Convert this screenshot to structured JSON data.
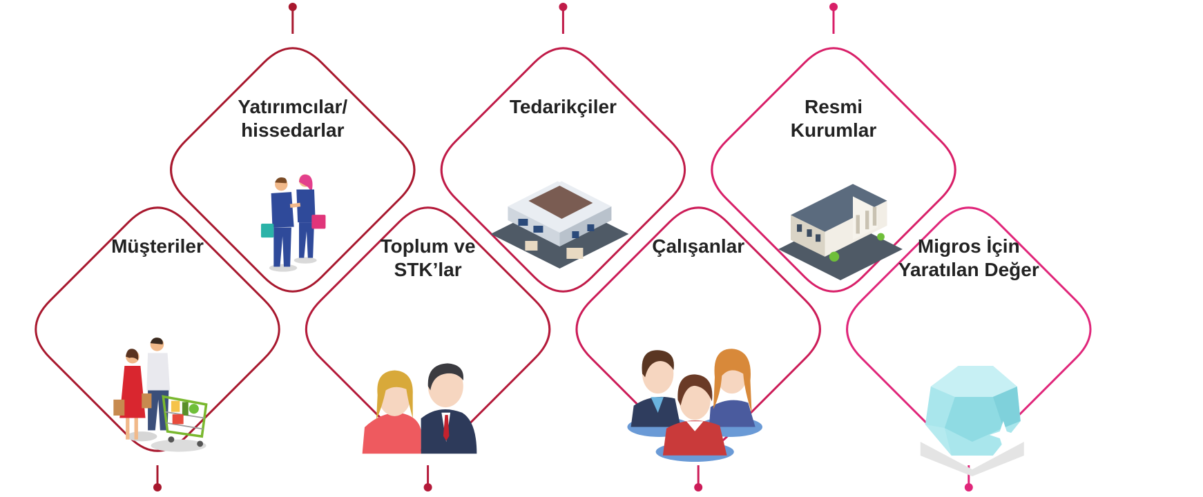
{
  "colors": {
    "gradient": [
      "#a8182e",
      "#b41a3a",
      "#c01b48",
      "#cc1c58",
      "#d81f68",
      "#e0267a"
    ],
    "text": "#222222"
  },
  "stakeholders": [
    {
      "label": "Müşteriler",
      "icon": "shoppers-cart-icon",
      "row": "bottom"
    },
    {
      "label": "Yatırımcılar/\nhissedarlar",
      "icon": "business-handshake-icon",
      "row": "top"
    },
    {
      "label": "Toplum ve\nSTK’lar",
      "icon": "community-people-icon",
      "row": "bottom"
    },
    {
      "label": "Tedarikçiler",
      "icon": "warehouse-building-icon",
      "row": "top"
    },
    {
      "label": "Çalışanlar",
      "icon": "employees-group-icon",
      "row": "bottom"
    },
    {
      "label": "Resmi\nKurumlar",
      "icon": "government-building-icon",
      "row": "top"
    },
    {
      "label": "Migros İçin\nYaratılan Değer",
      "icon": "diamond-icon",
      "row": "bottom"
    }
  ]
}
